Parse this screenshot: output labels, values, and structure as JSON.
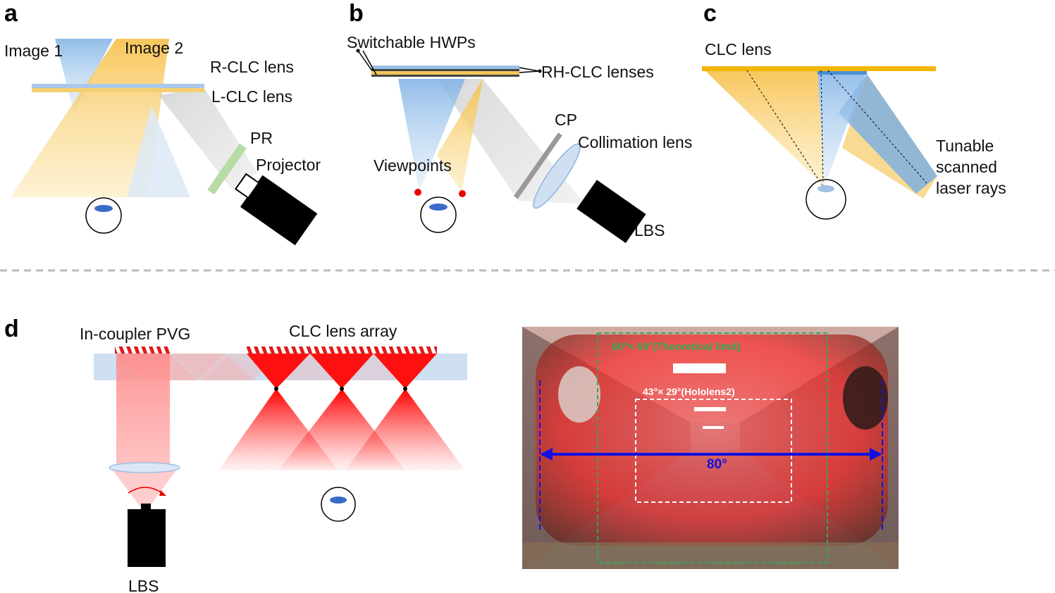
{
  "panels": {
    "a": {
      "letter": "a",
      "labels": {
        "image1": "Image 1",
        "image2": "Image 2",
        "r_clc": "R-CLC lens",
        "l_clc": "L-CLC lens",
        "pr": "PR",
        "projector": "Projector"
      }
    },
    "b": {
      "letter": "b",
      "labels": {
        "hwps": "Switchable HWPs",
        "rh_clc": "RH-CLC lenses",
        "cp": "CP",
        "collimation": "Collimation lens",
        "viewpoints": "Viewpoints",
        "lbs": "LBS"
      }
    },
    "c": {
      "letter": "c",
      "labels": {
        "clc_lens": "CLC lens",
        "tunable_1": "Tunable",
        "tunable_2": "scanned",
        "tunable_3": "laser rays"
      }
    },
    "d": {
      "letter": "d",
      "labels": {
        "incoupler": "In-coupler PVG",
        "clc_array": "CLC lens array",
        "lbs": "LBS"
      },
      "photo": {
        "theoretical": "60°× 60°(Theoretical limit)",
        "hololens": "43°× 29°(Hololens2)",
        "fov": "80°"
      }
    }
  },
  "colors": {
    "yellow": "#f5c242",
    "blue": "#6fa8dc",
    "gray": "#bdbdbd",
    "red": "#ff1a1a",
    "fov_blue": "#1010e0",
    "green_box": "#2eaa55"
  }
}
